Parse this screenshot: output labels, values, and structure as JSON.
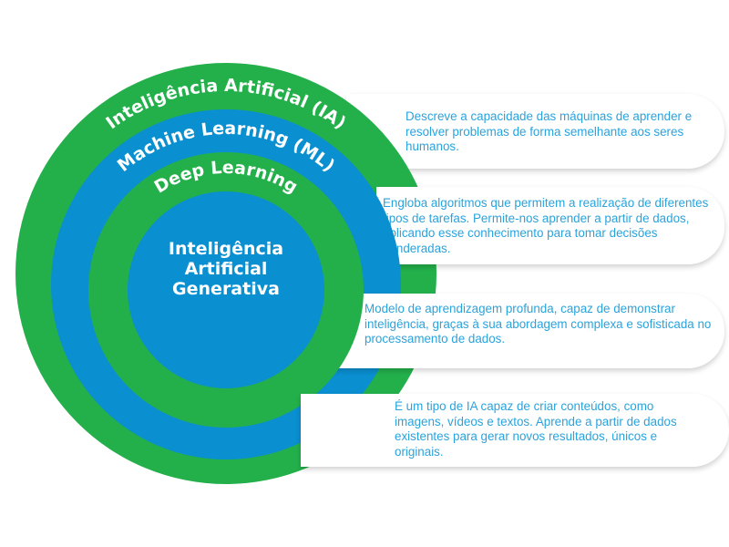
{
  "colors": {
    "green": "#23b04b",
    "blue": "#0a8fd0",
    "text": "#2aa3dc"
  },
  "rings": {
    "ia": {
      "label": "Inteligência Artificial (IA)",
      "description": "Descreve a capacidade das máquinas de aprender e resolver problemas de forma semelhante aos seres humanos."
    },
    "ml": {
      "label": "Machine Learning (ML)",
      "description": "Engloba algoritmos que permitem a realização de diferentes tipos de tarefas. Permite-nos aprender a partir de dados, aplicando esse conhecimento para tomar decisões ponderadas."
    },
    "dl": {
      "label": "Deep Learning",
      "description": "Modelo de aprendizagem profunda, capaz de demonstrar inteligência, graças à sua abordagem complexa e sofisticada no processamento de dados."
    },
    "gen": {
      "label": "Inteligência Artificial Generativa",
      "description": "É um tipo de IA capaz de criar conteúdos, como imagens, vídeos e textos. Aprende a partir de dados existentes para gerar novos resultados, únicos e originais."
    }
  }
}
